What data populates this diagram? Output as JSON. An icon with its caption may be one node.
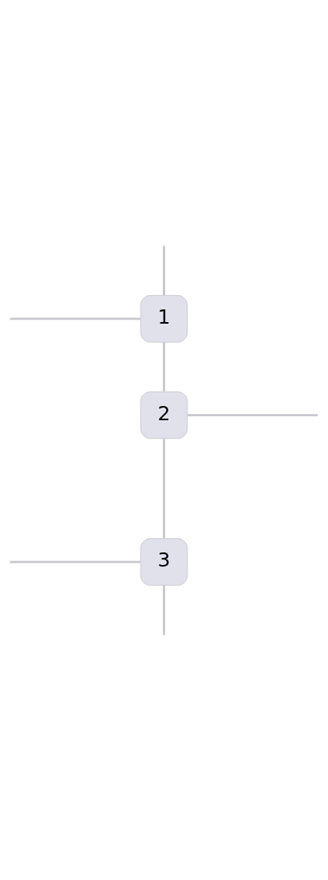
{
  "diagram": {
    "nodes": [
      {
        "text": [
          "1"
        ]
      },
      {
        "text": [
          "2"
        ]
      },
      {
        "text": [
          "3"
        ]
      }
    ],
    "edges": [
      {
        "from": null,
        "to": 0,
        "arrow": "none"
      },
      {
        "from": null,
        "to": 0,
        "arrow": "none"
      },
      {
        "from": 0,
        "to": 1,
        "arrow": "none"
      },
      {
        "from": 1,
        "to": null,
        "arrow": "none"
      },
      {
        "from": 1,
        "to": 2,
        "arrow": "none"
      },
      {
        "from": null,
        "to": 2,
        "arrow": "none"
      },
      {
        "from": 2,
        "to": null,
        "arrow": "none"
      }
    ]
  }
}
